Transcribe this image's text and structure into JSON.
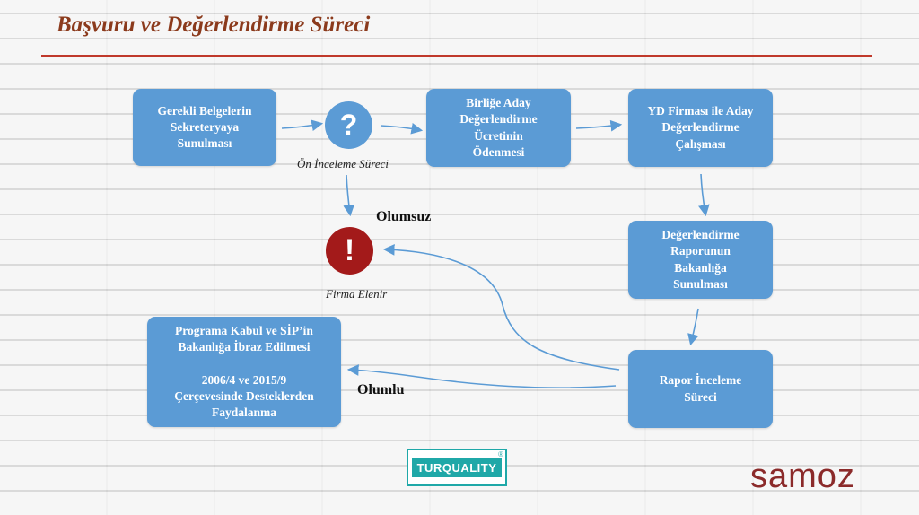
{
  "title": "Başvuru ve Değerlendirme Süreci",
  "boxes": {
    "b1": "Gerekli Belgelerin\nSekreteryaya\nSunulması",
    "b2": "Birliğe Aday\nDeğerlendirme\nÜcretinin\nÖdenmesi",
    "b3": "YD Firması ile Aday\nDeğerlendirme\nÇalışması",
    "b4": "Değerlendirme\nRaporunun\nBakanlığa\nSunulması",
    "b5": "Rapor İnceleme\nSüreci",
    "b6": "Programa Kabul ve SİP’in\nBakanlığa İbraz Edilmesi\n\n2006/4 ve 2015/9\nÇerçevesinde Desteklerden\nFaydalanma"
  },
  "question_symbol": "?",
  "exclaim_symbol": "!",
  "labels": {
    "pre_review": "Ön İnceleme Süreci",
    "eliminated": "Firma Elenir",
    "negative": "Olumsuz",
    "positive": "Olumlu"
  },
  "logo_text": "TURQUALITY",
  "logo_reg": "®",
  "brand": "samoz",
  "colors": {
    "box": "#5b9bd5",
    "question_circle": "#5b9bd5",
    "exclaim_circle": "#a31a1a",
    "arrow": "#5b9bd5",
    "title": "#8b3a1c",
    "rule": "#c0392b"
  }
}
